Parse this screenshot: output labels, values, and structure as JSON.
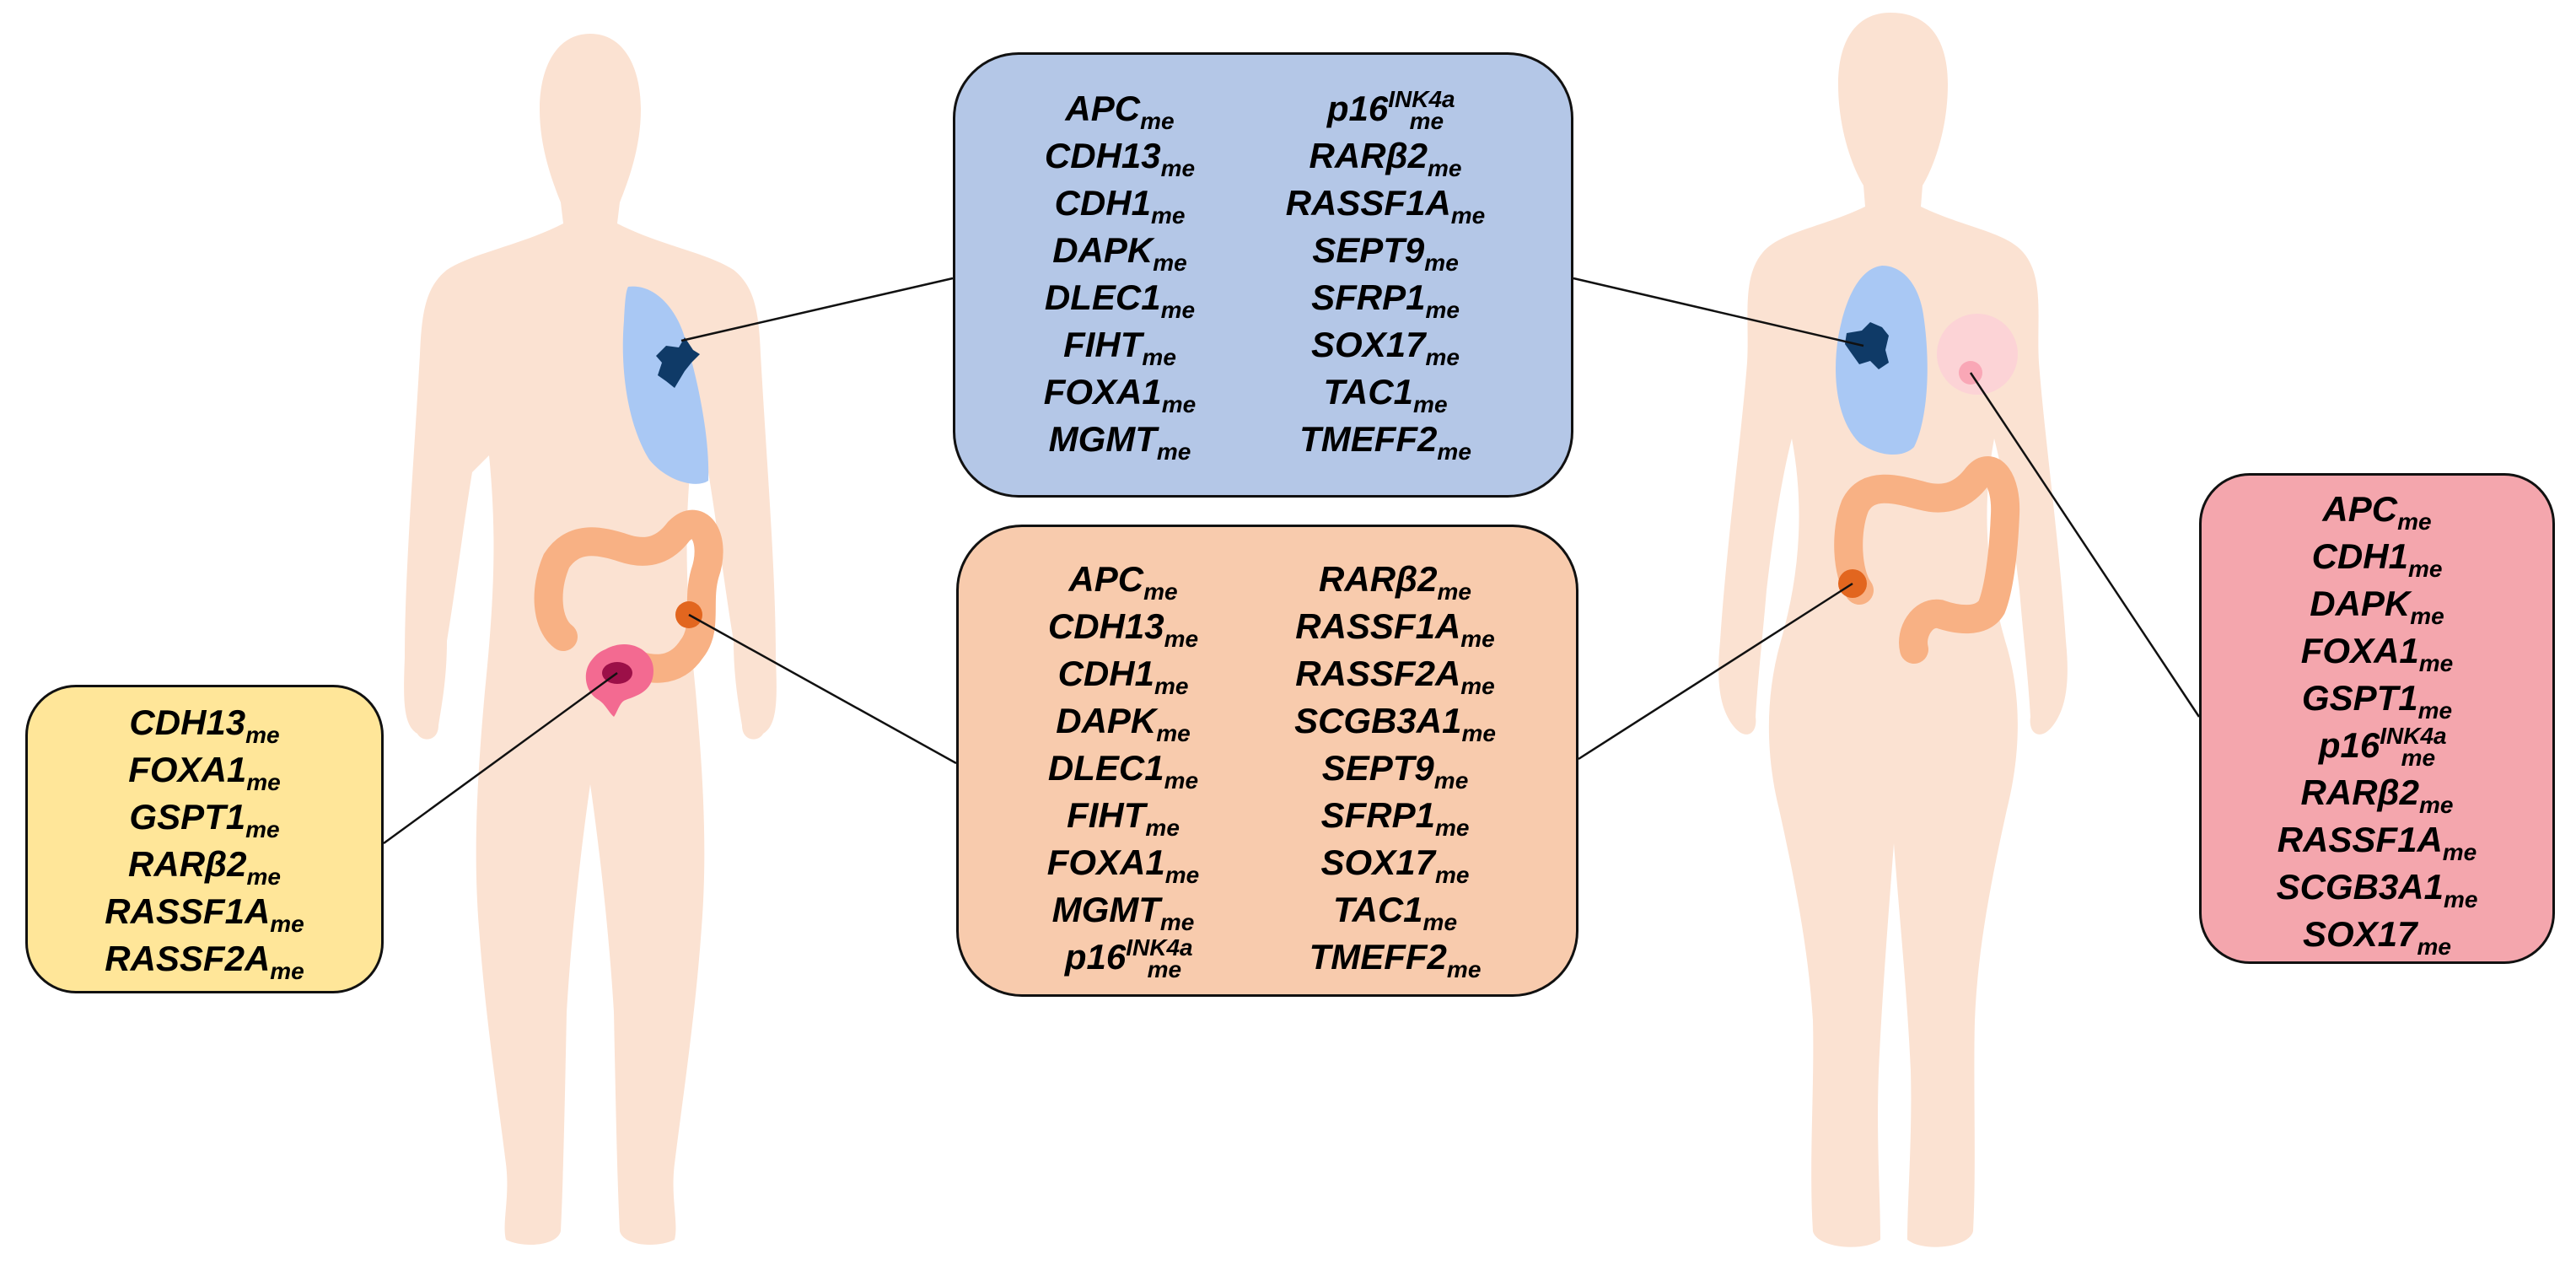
{
  "colors": {
    "skin": "#fbe2d2",
    "lung": "#a9c8f4",
    "lung_tumor": "#0f3a67",
    "colon": "#f8b184",
    "colon_tumor": "#e2661f",
    "prostate_outer": "#f36a91",
    "prostate_inner": "#9c1048",
    "breast_outer": "#fcd3d6",
    "breast_inner": "#f9a7b6",
    "lung_box": "#b4c7e7",
    "colon_box": "#f8cbad",
    "prostate_box": "#ffe699",
    "breast_box": "#f4a6ad"
  },
  "lung_box": {
    "column_a": [
      {
        "base": "APC",
        "sub": "me"
      },
      {
        "base": "CDH13",
        "sub": "me"
      },
      {
        "base": "CDH1",
        "sub": "me"
      },
      {
        "base": "DAPK",
        "sub": "me"
      },
      {
        "base": "DLEC1",
        "sub": "me"
      },
      {
        "base": "FIHT",
        "sub": "me"
      },
      {
        "base": "FOXA1",
        "sub": "me"
      },
      {
        "base": "MGMT",
        "sub": "me"
      }
    ],
    "column_b": [
      {
        "base": "p16",
        "sup": "INK4a",
        "sub": "me"
      },
      {
        "base": "RARβ2",
        "sub": "me"
      },
      {
        "base": "RASSF1A",
        "sub": "me"
      },
      {
        "base": "SEPT9",
        "sub": "me"
      },
      {
        "base": "SFRP1",
        "sub": "me"
      },
      {
        "base": "SOX17",
        "sub": "me"
      },
      {
        "base": "TAC1",
        "sub": "me"
      },
      {
        "base": "TMEFF2",
        "sub": "me"
      }
    ]
  },
  "colon_box": {
    "column_a": [
      {
        "base": "APC",
        "sub": "me"
      },
      {
        "base": "CDH13",
        "sub": "me"
      },
      {
        "base": "CDH1",
        "sub": "me"
      },
      {
        "base": "DAPK",
        "sub": "me"
      },
      {
        "base": "DLEC1",
        "sub": "me"
      },
      {
        "base": "FIHT",
        "sub": "me"
      },
      {
        "base": "FOXA1",
        "sub": "me"
      },
      {
        "base": "MGMT",
        "sub": "me"
      },
      {
        "base": "p16",
        "sup": "INK4a",
        "sub": "me"
      }
    ],
    "column_b": [
      {
        "base": "RARβ2",
        "sub": "me"
      },
      {
        "base": "RASSF1A",
        "sub": "me"
      },
      {
        "base": "RASSF2A",
        "sub": "me"
      },
      {
        "base": "SCGB3A1",
        "sub": "me"
      },
      {
        "base": "SEPT9",
        "sub": "me"
      },
      {
        "base": "SFRP1",
        "sub": "me"
      },
      {
        "base": "SOX17",
        "sub": "me"
      },
      {
        "base": "TAC1",
        "sub": "me"
      },
      {
        "base": "TMEFF2",
        "sub": "me"
      }
    ]
  },
  "prostate_box": {
    "column_a": [
      {
        "base": "CDH13",
        "sub": "me"
      },
      {
        "base": "FOXA1",
        "sub": "me"
      },
      {
        "base": "GSPT1",
        "sub": "me"
      },
      {
        "base": "RARβ2",
        "sub": "me"
      },
      {
        "base": "RASSF1A",
        "sub": "me"
      },
      {
        "base": "RASSF2A",
        "sub": "me"
      }
    ]
  },
  "breast_box": {
    "column_a": [
      {
        "base": "APC",
        "sub": "me"
      },
      {
        "base": "CDH1",
        "sub": "me"
      },
      {
        "base": "DAPK",
        "sub": "me"
      },
      {
        "base": "FOXA1",
        "sub": "me"
      },
      {
        "base": "GSPT1",
        "sub": "me"
      },
      {
        "base": "p16",
        "sup": "INK4a",
        "sub": "me"
      },
      {
        "base": "RARβ2",
        "sub": "me"
      },
      {
        "base": "RASSF1A",
        "sub": "me"
      },
      {
        "base": "SCGB3A1",
        "sub": "me"
      },
      {
        "base": "SOX17",
        "sub": "me"
      }
    ]
  }
}
